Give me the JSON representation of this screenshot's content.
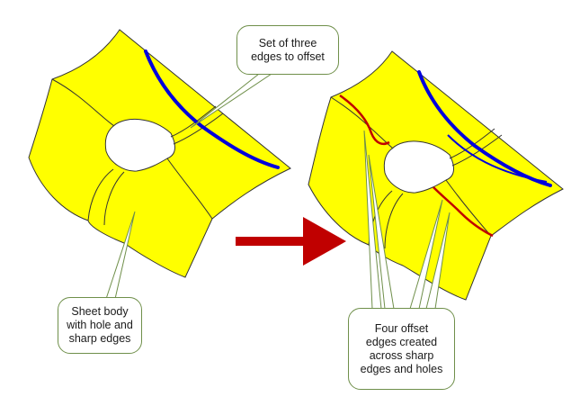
{
  "callouts": {
    "top": {
      "lines": [
        "Set of three",
        "edges to offset"
      ]
    },
    "left": {
      "lines": [
        "Sheet body",
        "with hole and",
        "sharp edges"
      ]
    },
    "right": {
      "lines": [
        "Four offset",
        "edges created",
        "across sharp",
        "edges and holes"
      ]
    }
  },
  "colors": {
    "surface": "#ffff00",
    "outline": "#333333",
    "selected_edges": "#0000dd",
    "offset_edges": "#c00000",
    "arrow": "#c00000",
    "callout_border": "#6f8f4a"
  }
}
